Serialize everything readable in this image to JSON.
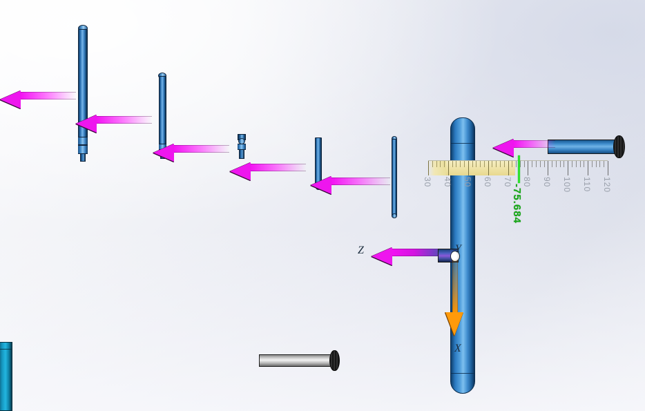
{
  "app": {
    "kind": "cad-3d-viewport",
    "background_top_left": "#fbfbfd",
    "background_bottom_right": "#eef0f6",
    "background_top_right": "#dfe2ec"
  },
  "colors": {
    "arrow_magenta": "#ee16ee",
    "arrow_tail_fade": "#f312f3",
    "axis_orange": "#ff9500",
    "part_blue": "#2f76b8",
    "part_blue_dark": "#0f3f6d",
    "part_teal": "#22b5e0",
    "bolt_gray": "#b8b8b8",
    "measure_green": "#14a814",
    "ruler_band": "#efe3a6",
    "ruler_tick": "#8d8d8d"
  },
  "triad": {
    "z_label": "Z",
    "y_label": "Y",
    "x_label": "X"
  },
  "measurement": {
    "value": "-75.684",
    "indicator_color": "#2fe02f"
  },
  "ruler": {
    "labels": [
      "30",
      "40",
      "50",
      "60",
      "70",
      "80",
      "90",
      "100",
      "110",
      "120"
    ],
    "tick_step_minor": 5.0,
    "tick_step_major": 25.0,
    "highlight_from_label": "30",
    "highlight_to_label": "70"
  },
  "parts": [
    {
      "name": "pin-1",
      "label": "hex-head pin far left"
    },
    {
      "name": "pin-2",
      "label": "round-head pin"
    },
    {
      "name": "pin-3",
      "label": "short hex pin"
    },
    {
      "name": "pin-4",
      "label": "plain pin mid"
    },
    {
      "name": "pin-5",
      "label": "thin pin right of mid"
    },
    {
      "name": "main-bar",
      "label": "main rounded blue bar"
    },
    {
      "name": "bolt-blue",
      "label": "blue knurled bolt"
    },
    {
      "name": "bolt-gray",
      "label": "gray knurled bolt"
    },
    {
      "name": "teal-bar",
      "label": "teal bar bottom left"
    }
  ],
  "arrows": [
    {
      "name": "arrow-1",
      "direction": "left"
    },
    {
      "name": "arrow-2",
      "direction": "left"
    },
    {
      "name": "arrow-3",
      "direction": "left"
    },
    {
      "name": "arrow-4",
      "direction": "left"
    },
    {
      "name": "arrow-5",
      "direction": "left"
    },
    {
      "name": "arrow-6",
      "direction": "left"
    },
    {
      "name": "arrow-7",
      "direction": "left"
    }
  ]
}
